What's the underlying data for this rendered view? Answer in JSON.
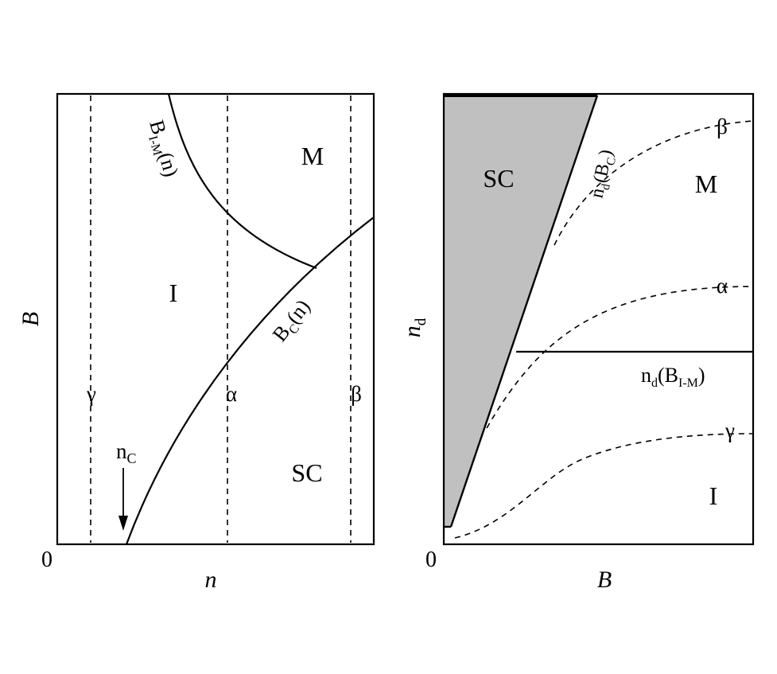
{
  "left_panel": {
    "y_axis_label": "B",
    "x_axis_label": "n",
    "origin_label": "0",
    "curve_labels": {
      "bim": {
        "main": "B",
        "sub": "I-M",
        "arg": "(n)"
      },
      "bc": {
        "main": "B",
        "sub": "C",
        "arg": "(n)"
      }
    },
    "region_labels": {
      "metal": "M",
      "insulator": "I",
      "superconductor": "SC"
    },
    "path_labels": {
      "gamma": "γ",
      "alpha": "α",
      "beta": "β"
    },
    "critical_label": {
      "main": "n",
      "sub": "C"
    }
  },
  "right_panel": {
    "y_axis_label": {
      "main": "n",
      "sub": "d"
    },
    "x_axis_label": "B",
    "origin_label": "0",
    "curve_labels": {
      "nd_bc": {
        "main": "n",
        "sub": "d",
        "arg_open": "(B",
        "arg_sub": "C",
        "arg_close": ")"
      },
      "nd_bim": {
        "main": "n",
        "sub": "d",
        "arg_open": "(B",
        "arg_sub": "I-M",
        "arg_close": ")"
      }
    },
    "region_labels": {
      "superconductor": "SC",
      "metal": "M",
      "insulator": "I"
    },
    "path_labels": {
      "beta": "β",
      "alpha": "α",
      "gamma": "γ"
    }
  },
  "colors": {
    "sc_fill": "#c0c0c0",
    "line": "#000000",
    "background": "#ffffff"
  }
}
